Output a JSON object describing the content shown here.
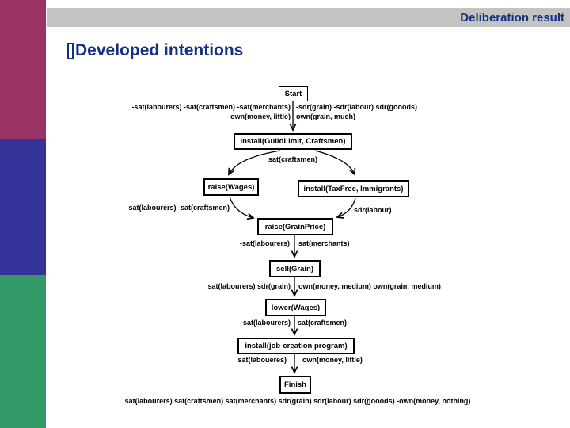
{
  "slide": {
    "header_title": "Deliberation result",
    "heading": "Developed intentions"
  },
  "diagram": {
    "type": "flowchart",
    "nodes": {
      "start": "Start",
      "install_guild": "install(GuildLimit, Craftsmen)",
      "raise_wages": "raise(Wages)",
      "install_taxfree": "install(TaxFree, Immigrants)",
      "raise_grainprice": "raise(GrainPrice)",
      "sell_grain": "sell(Grain)",
      "lower_wages": "lower(Wages)",
      "install_job": "install(job-creation program)",
      "finish": "Finish"
    },
    "edge_labels": {
      "start_out_line1_left": "-sat(labourers) -sat(craftsmen) -sat(merchants)",
      "start_out_line1_right": "-sdr(grain) -sdr(labour) sdr(gooods)",
      "start_out_line2_left": "own(money, little)",
      "start_out_line2_right": "own(grain, much)",
      "guild_branch": "sat(craftsmen)",
      "merge_from_wages": "sat(labourers) -sat(craftsmen)",
      "merge_from_taxfree": "sdr(labour)",
      "grainprice_out_left": "-sat(labourers)",
      "grainprice_out_right": "sat(merchants)",
      "sell_out_left": "sat(labourers) sdr(grain)",
      "sell_out_right": "own(money, medium) own(grain, medium)",
      "lower_out_left": "-sat(labourers)",
      "lower_out_right": "sat(craftsmen)",
      "job_out_left": "sat(laboueres)",
      "job_out_right": "own(money, little)",
      "final_state": "sat(labourers) sat(craftsmen) sat(merchants) sdr(grain) sdr(labour) sdr(gooods) -own(money, nothing)"
    }
  },
  "colors": {
    "sidebar_maroon": "#993366",
    "sidebar_blue": "#333399",
    "sidebar_green": "#339966",
    "header_bar": "#c3c3c3",
    "title_text": "#143082",
    "diagram_ink": "#000000"
  }
}
